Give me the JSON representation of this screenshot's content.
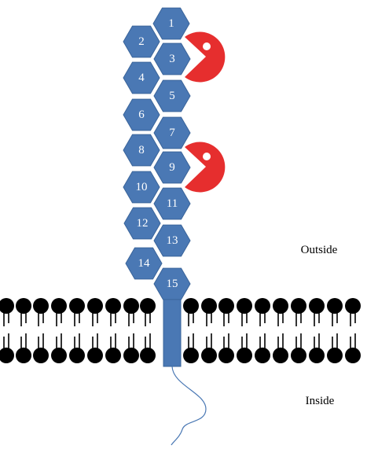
{
  "colors": {
    "domain": "#4a78b4",
    "domain_stroke": "#3a649a",
    "ligand": "#e62e2e",
    "lipid": "#000000",
    "background": "#ffffff"
  },
  "domains": [
    "1",
    "2",
    "3",
    "4",
    "5",
    "6",
    "7",
    "8",
    "9",
    "10",
    "11",
    "12",
    "13",
    "14",
    "15"
  ],
  "regions": {
    "outside": "Outside",
    "inside": "Inside"
  },
  "icons": {
    "ligand": "pacman-ligand-icon"
  }
}
